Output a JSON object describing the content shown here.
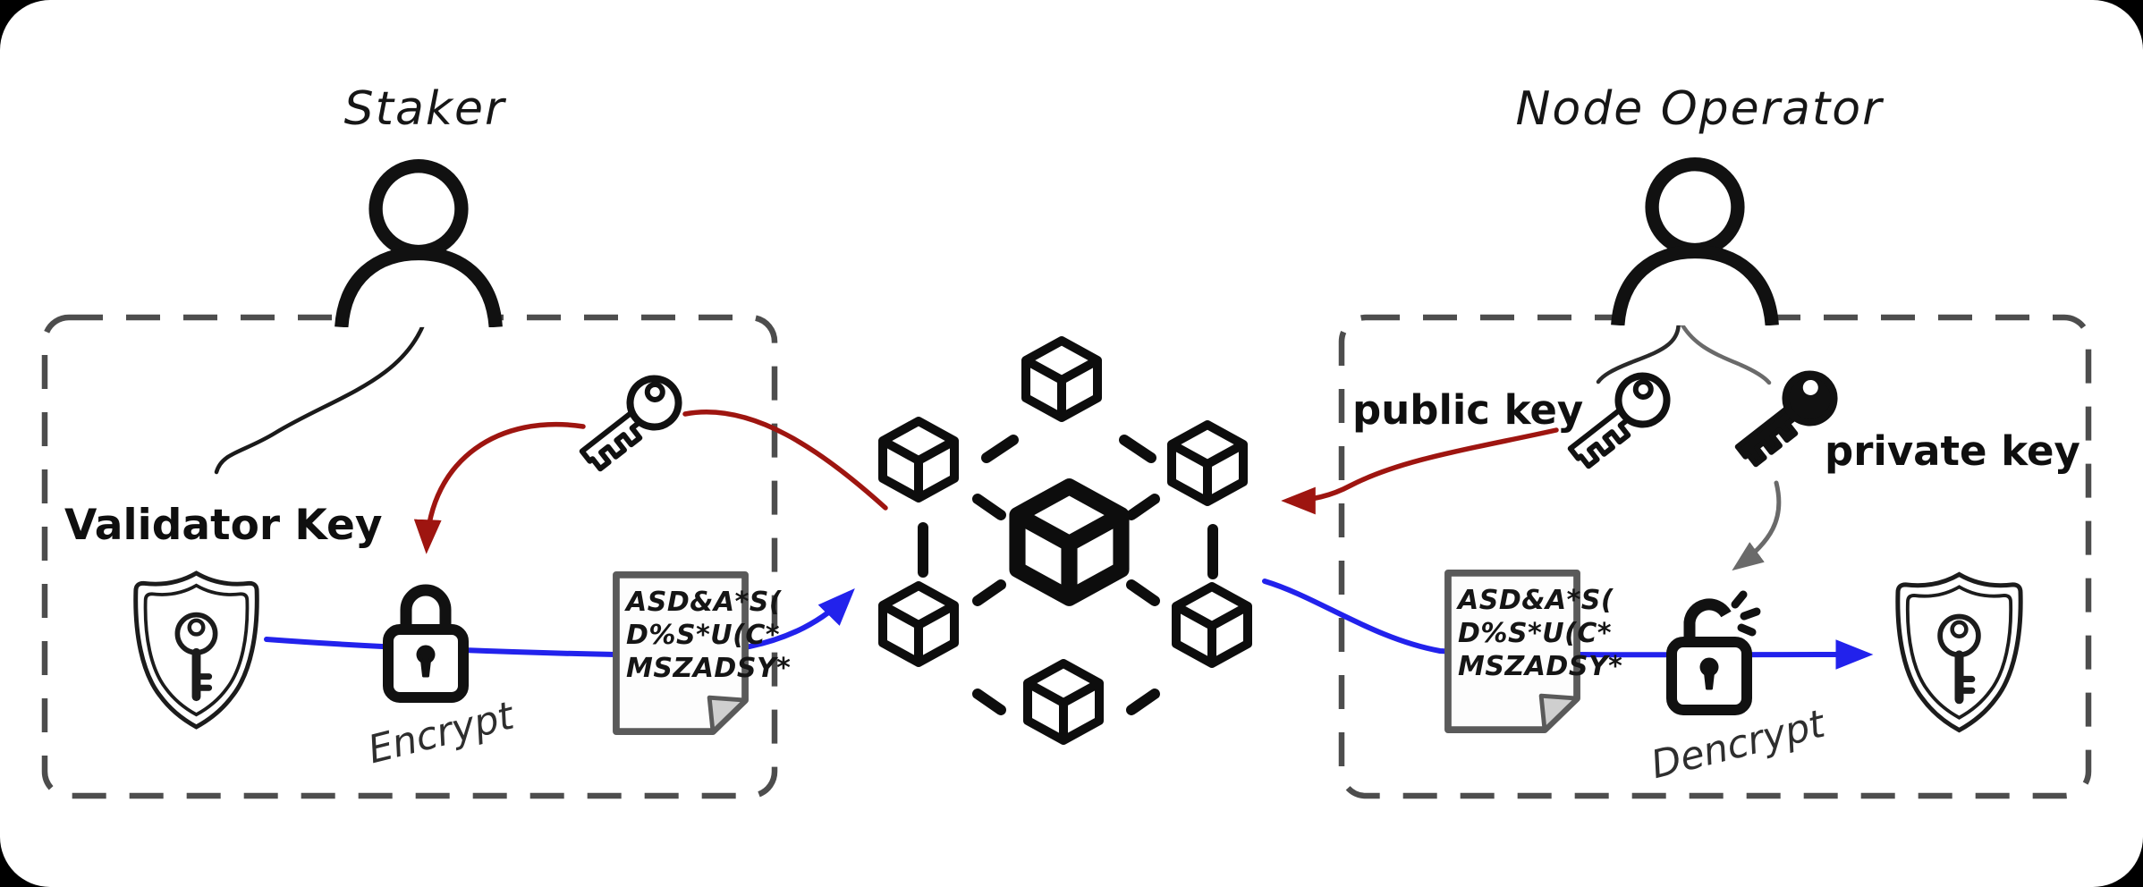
{
  "colors": {
    "background": "#000000",
    "surface": "#ffffff",
    "public_key_flow_red": "#9e1510",
    "data_flow_blue": "#2222ec",
    "private_key_gray": "#6a6a6a",
    "dashed_box_gray": "#4d4d4d",
    "ink": "#111111"
  },
  "staker": {
    "label": "Staker",
    "key_label": "Validator Key",
    "action_label": "Encrypt",
    "note_lines": [
      "ASD&A*S(",
      "D%S*U(C*",
      "MSZADSY*"
    ]
  },
  "node_operator": {
    "label": "Node Operator",
    "public_key_label": "public key",
    "private_key_label": "private key",
    "action_label": "Dencrypt",
    "note_lines": [
      "ASD&A*S(",
      "D%S*U(C*",
      "MSZADSY*"
    ]
  }
}
